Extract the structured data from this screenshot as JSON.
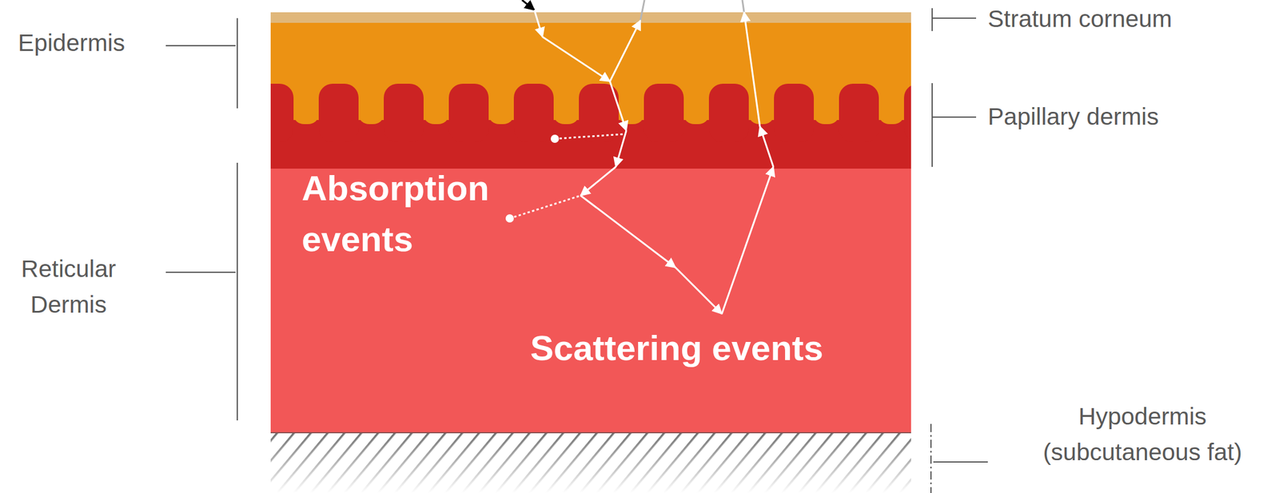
{
  "diagram": {
    "labels": [
      "Epidermis",
      "Reticular Dermis",
      "Stratum corneum",
      "Papillary dermis",
      "Hypodermis (subcutaneous fat)",
      "Absorption events",
      "Scattering events"
    ]
  }
}
